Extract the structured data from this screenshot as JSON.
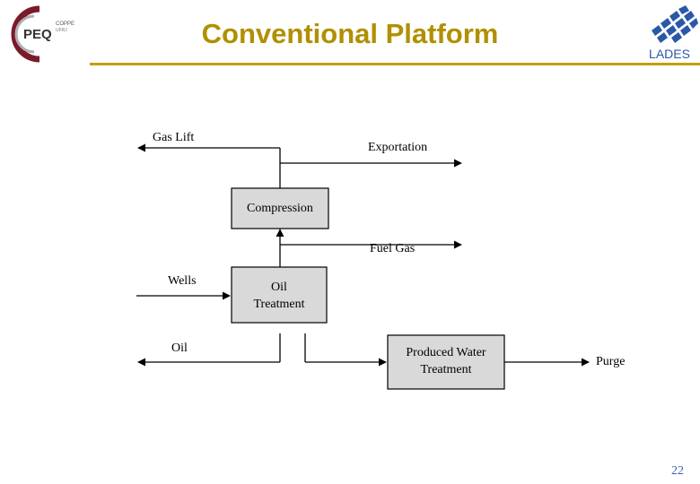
{
  "title": "Conventional Platform",
  "logos": {
    "left_text": "PEQ",
    "left_sub1": "COPPE",
    "left_sub2": "UFRJ",
    "right_text": "LADES"
  },
  "diagram": {
    "nodes": {
      "compression": "Compression",
      "oil_treatment_line1": "Oil",
      "oil_treatment_line2": "Treatment",
      "water_treatment_line1": "Produced Water",
      "water_treatment_line2": "Treatment"
    },
    "labels": {
      "gas_lift": "Gas Lift",
      "exportation": "Exportation",
      "fuel_gas": "Fuel Gas",
      "wells": "Wells",
      "oil": "Oil",
      "purge": "Purge"
    }
  },
  "page_number": "22",
  "colors": {
    "title": "#b09000",
    "box_fill": "#d9d9d9",
    "page_number": "#3a66b0"
  }
}
